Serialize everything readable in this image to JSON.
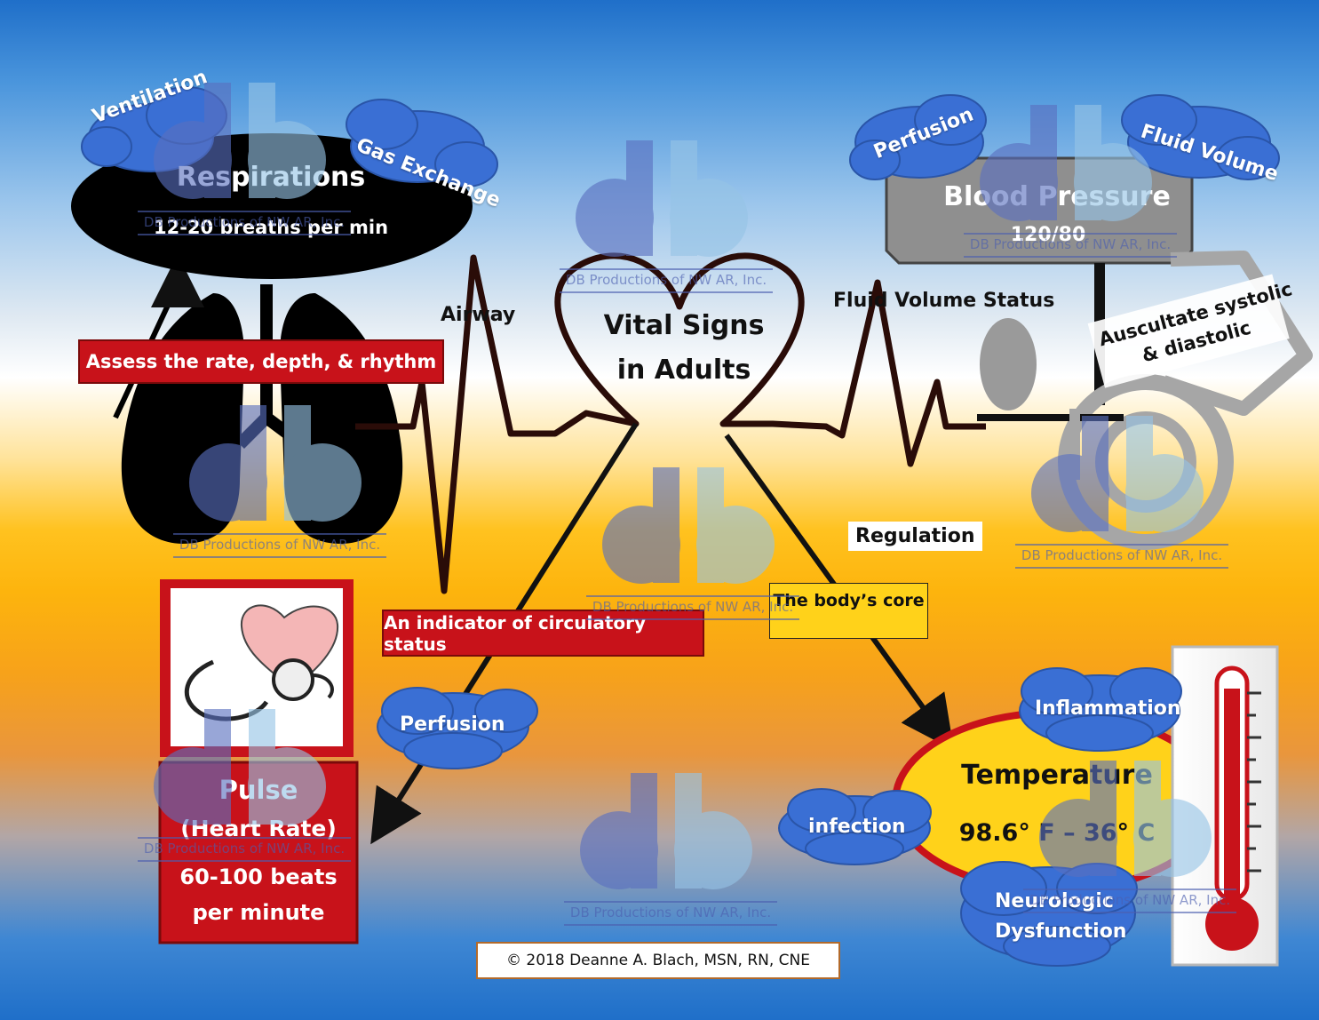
{
  "title": {
    "line1": "Vital Signs",
    "line2": "in Adults"
  },
  "respirations": {
    "title": "Respirations",
    "value": "12-20 breaths per min",
    "assess": "Assess the rate, depth, & rhythm",
    "clouds": [
      "Ventilation",
      "Gas Exchange"
    ]
  },
  "blood_pressure": {
    "title": "Blood Pressure",
    "value": "120/80",
    "clouds": [
      "Perfusion",
      "Fluid Volume"
    ],
    "auscultate": [
      "Auscultate systolic",
      "& diastolic"
    ]
  },
  "pulse": {
    "title": "Pulse",
    "subtitle": "(Heart Rate)",
    "value_line1": "60-100 beats",
    "value_line2": "per minute",
    "cloud": "Perfusion"
  },
  "temperature": {
    "title": "Temperature",
    "value": "98.6° F – 36° C",
    "clouds": [
      "Inflammation",
      "infection",
      "Neurologic Dysfunction"
    ],
    "neuro_line1": "Neurologic",
    "neuro_line2": "Dysfunction"
  },
  "labels": {
    "airway": "Airway",
    "fluid_volume_status": "Fluid Volume Status",
    "regulation": "Regulation",
    "body_core": "The body’s core",
    "circulatory": "An indicator of circulatory status"
  },
  "watermark": {
    "logo": "db",
    "text": "DB Productions of NW AR, Inc."
  },
  "copyright": "© 2018 Deanne A. Blach, MSN, RN, CNE",
  "colors": {
    "red": "#c8121a",
    "cloud": "#3a6fd4",
    "ecg": "#2a0c08",
    "yellow": "#ffd21a",
    "watermark": "#4c5fb0"
  },
  "icons": [
    "lungs-icon",
    "stethoscope-heart-icon",
    "sphygmomanometer-icon",
    "thermometer-icon"
  ]
}
